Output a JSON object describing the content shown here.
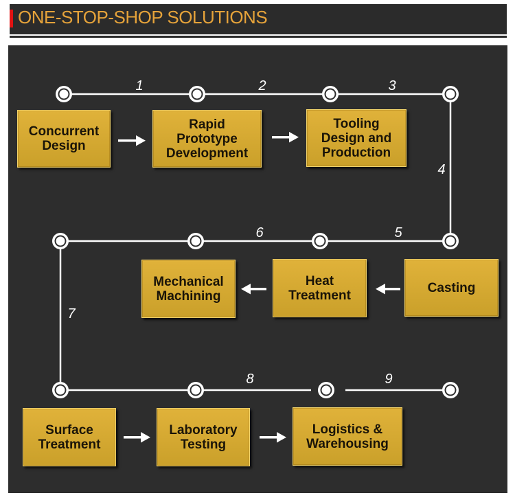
{
  "header": {
    "title": "ONE-STOP-SHOP SOLUTIONS"
  },
  "steps": [
    {
      "label": "Concurrent\nDesign"
    },
    {
      "label": "Rapid\nPrototype\nDevelopment"
    },
    {
      "label": "Tooling\nDesign  and\nProduction"
    },
    {
      "label": "Casting"
    },
    {
      "label": "Heat\nTreatment"
    },
    {
      "label": "Mechanical\nMachining"
    },
    {
      "label": "Surface\nTreatment"
    },
    {
      "label": "Laboratory\nTesting"
    },
    {
      "label": "Logistics  &\nWarehousing"
    }
  ],
  "segments": [
    "1",
    "2",
    "3",
    "4",
    "5",
    "6",
    "7",
    "8",
    "9"
  ],
  "colors": {
    "accent": "#e11212",
    "title": "#e6a33a",
    "box": "#d9a933",
    "panel": "#2d2d2d",
    "line": "#ffffff"
  }
}
